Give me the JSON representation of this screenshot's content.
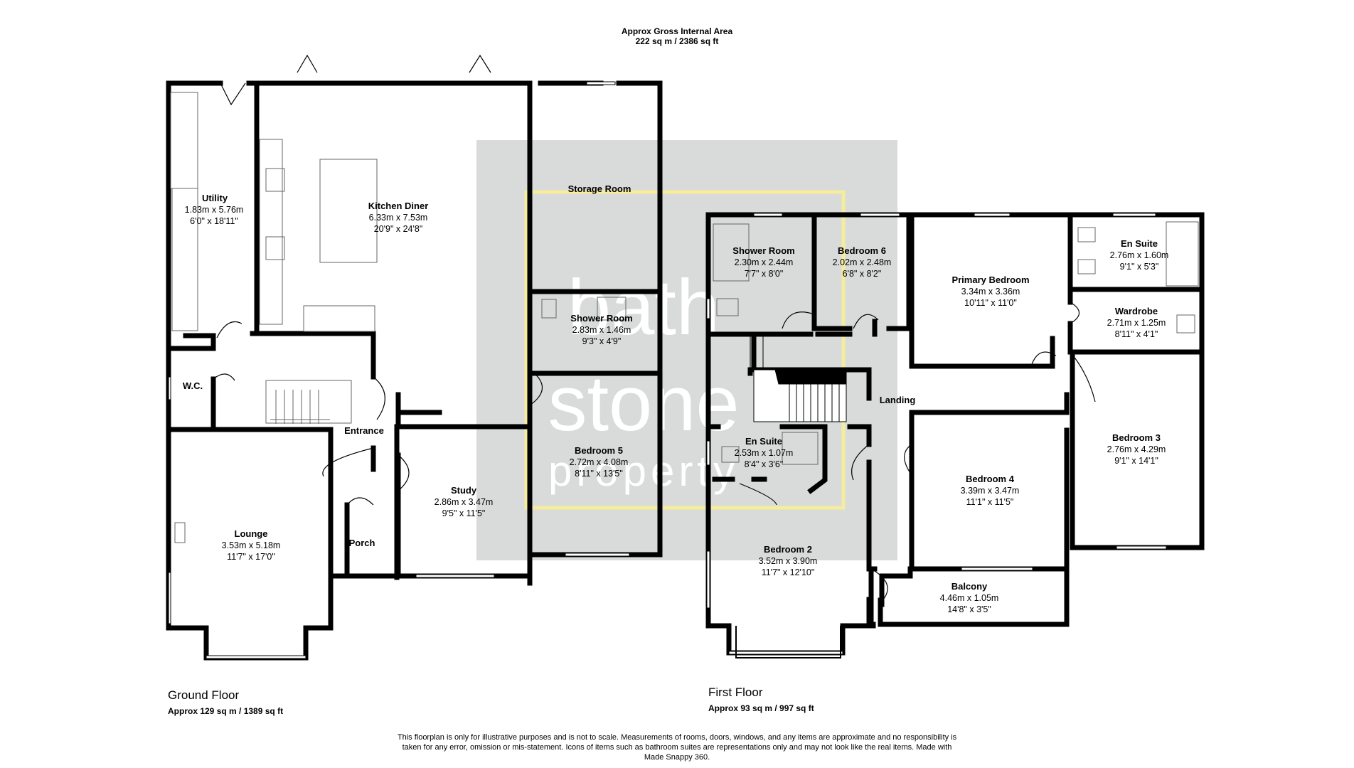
{
  "header": {
    "line1": "Approx Gross Internal Area",
    "line2": "222 sq m / 2386 sq ft"
  },
  "watermark": {
    "line1": "bath",
    "line2": "stone",
    "line3": "property",
    "fill_color": "#d9dbda",
    "frame_color": "#f6ec9c"
  },
  "wall_color": "#000000",
  "ground_floor": {
    "title": "Ground Floor",
    "area": "Approx 129 sq m / 1389 sq ft",
    "rooms": {
      "utility": {
        "name": "Utility",
        "dim1": "1.83m x 5.76m",
        "dim2": "6'0\" x 18'11\""
      },
      "kitchen": {
        "name": "Kitchen Diner",
        "dim1": "6.33m x 7.53m",
        "dim2": "20'9\" x 24'8\""
      },
      "storage": {
        "name": "Storage Room"
      },
      "shower": {
        "name": "Shower Room",
        "dim1": "2.83m x 1.46m",
        "dim2": "9'3\" x 4'9\""
      },
      "wc": {
        "name": "W.C."
      },
      "entrance": {
        "name": "Entrance"
      },
      "bedroom5": {
        "name": "Bedroom 5",
        "dim1": "2.72m x 4.08m",
        "dim2": "8'11\" x 13'5\""
      },
      "study": {
        "name": "Study",
        "dim1": "2.86m x 3.47m",
        "dim2": "9'5\" x 11'5\""
      },
      "lounge": {
        "name": "Lounge",
        "dim1": "3.53m x 5.18m",
        "dim2": "11'7\" x 17'0\""
      },
      "porch": {
        "name": "Porch"
      }
    }
  },
  "first_floor": {
    "title": "First Floor",
    "area": "Approx 93 sq m / 997 sq ft",
    "rooms": {
      "shower": {
        "name": "Shower Room",
        "dim1": "2.30m x 2.44m",
        "dim2": "7'7\" x 8'0\""
      },
      "bedroom6": {
        "name": "Bedroom 6",
        "dim1": "2.02m x 2.48m",
        "dim2": "6'8\" x 8'2\""
      },
      "primary": {
        "name": "Primary Bedroom",
        "dim1": "3.34m x 3.36m",
        "dim2": "10'11\" x 11'0\""
      },
      "ensuite_primary": {
        "name": "En Suite",
        "dim1": "2.76m x 1.60m",
        "dim2": "9'1\" x 5'3\""
      },
      "wardrobe": {
        "name": "Wardrobe",
        "dim1": "2.71m x 1.25m",
        "dim2": "8'11\" x 4'1\""
      },
      "landing": {
        "name": "Landing"
      },
      "ensuite2": {
        "name": "En Suite",
        "dim1": "2.53m x 1.07m",
        "dim2": "8'4\" x 3'6\""
      },
      "bedroom4": {
        "name": "Bedroom 4",
        "dim1": "3.39m x 3.47m",
        "dim2": "11'1\" x 11'5\""
      },
      "bedroom3": {
        "name": "Bedroom 3",
        "dim1": "2.76m x 4.29m",
        "dim2": "9'1\" x 14'1\""
      },
      "bedroom2": {
        "name": "Bedroom 2",
        "dim1": "3.52m x 3.90m",
        "dim2": "11'7\" x 12'10\""
      },
      "balcony": {
        "name": "Balcony",
        "dim1": "4.46m x 1.05m",
        "dim2": "14'8\" x 3'5\""
      }
    }
  },
  "disclaimer": "This floorplan is only for illustrative purposes and is not to scale. Measurements of rooms, doors, windows, and any items are approximate and no responsibility is taken for any error, omission or mis-statement. Icons of items such as bathroom suites are representations only and may not look like the real items. Made with Made Snappy 360."
}
